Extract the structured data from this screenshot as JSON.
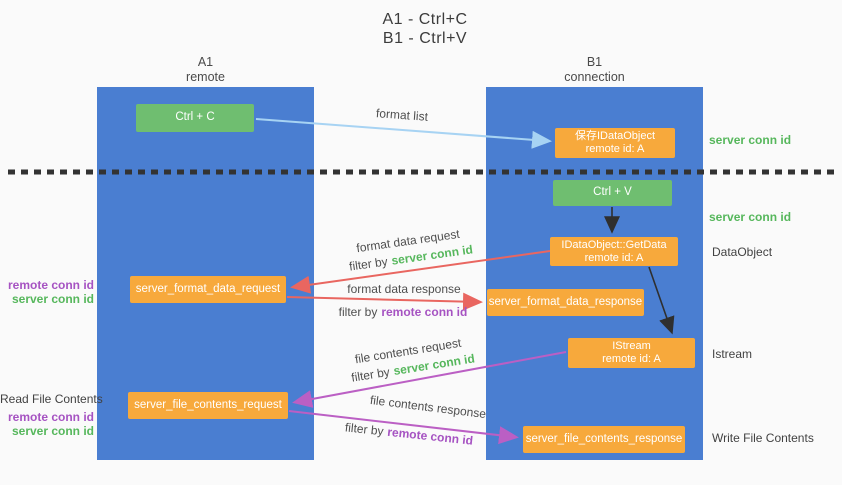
{
  "title": {
    "line1": "A1 - Ctrl+C",
    "line2": "B1 - Ctrl+V"
  },
  "columns": {
    "a": {
      "id": "A1",
      "role": "remote"
    },
    "b": {
      "id": "B1",
      "role": "connection"
    }
  },
  "nodes": {
    "ctrl_c": {
      "label": "Ctrl + C"
    },
    "save_dataobject": {
      "line1": "保存IDataObject",
      "line2": "remote id: A"
    },
    "ctrl_v": {
      "label": "Ctrl + V"
    },
    "getdata": {
      "line1": "IDataObject::GetData",
      "line2": "remote id: A"
    },
    "format_request": {
      "label": "server_format_data_request"
    },
    "format_response": {
      "label": "server_format_data_response"
    },
    "istream": {
      "line1": "IStream",
      "line2": "remote id: A"
    },
    "file_request": {
      "label": "server_file_contents_request"
    },
    "file_response": {
      "label": "server_file_contents_response"
    }
  },
  "flow_labels": {
    "format_list": "format list",
    "format_data_request": "format data request",
    "format_data_response": "format data response",
    "file_contents_request": "file contents request",
    "file_contents_response": "file contents response",
    "filter_by": "filter by",
    "server_conn_id": "server conn id",
    "remote_conn_id": "remote conn id"
  },
  "side_labels": {
    "server_conn_id_top": "server conn id",
    "server_conn_id_mid": "server conn id",
    "dataobject": "DataObject",
    "istream": "Istream",
    "write_file_contents": "Write File Contents",
    "read_file_contents": "Read File Contents",
    "remote_conn_id": "remote conn id",
    "server_conn_id": "server conn id"
  },
  "colors": {
    "column_blue": "#4a7ed1",
    "node_orange": "#f7a93c",
    "action_green": "#6fbe70",
    "arrow_red": "#e96660",
    "arrow_magenta": "#bb5fc4",
    "arrow_light_blue": "#a7d3f3",
    "arrow_black": "#2f2f2f",
    "text_green": "#56b75c",
    "text_purple": "#a653c2",
    "divider_black": "#333333"
  }
}
